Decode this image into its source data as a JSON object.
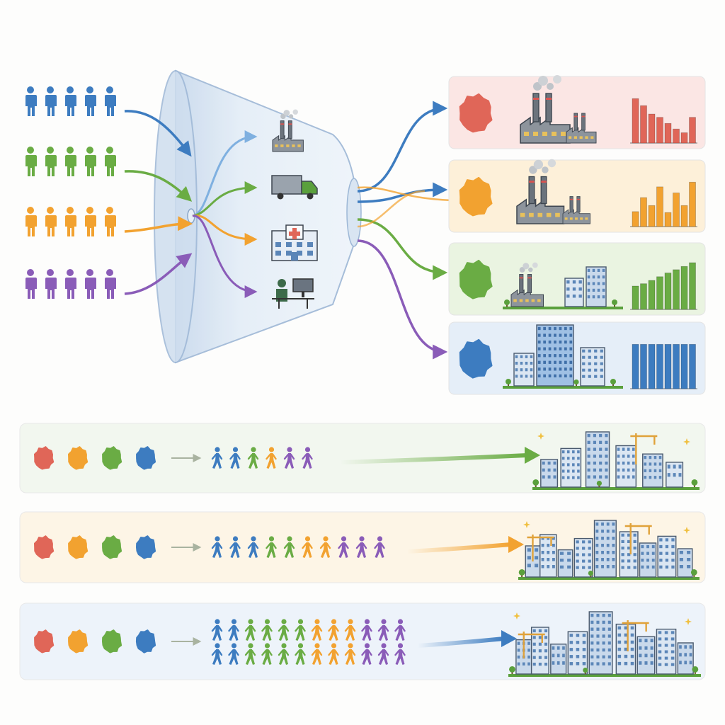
{
  "colors": {
    "blue": "#3d7cc0",
    "green": "#6aac44",
    "orange": "#f2a230",
    "purple": "#8a5cb8",
    "red": "#e06658",
    "funnel_fill": "#dde8f4",
    "funnel_stroke": "#9db7d6"
  },
  "funnel": {
    "input_groups": [
      "blue",
      "green",
      "orange",
      "purple"
    ],
    "people_per_group": 5,
    "occupations": [
      "factory-icon",
      "truck-icon",
      "hospital-icon",
      "office-worker-icon"
    ]
  },
  "outcome_panels": [
    {
      "color": "red",
      "bg": "#fbe6e4",
      "scene": "heavy-industry",
      "bars": [
        0.95,
        0.8,
        0.62,
        0.55,
        0.42,
        0.3,
        0.22,
        0.55
      ]
    },
    {
      "color": "orange",
      "bg": "#fdf0d9",
      "scene": "industry",
      "bars": [
        0.32,
        0.62,
        0.45,
        0.85,
        0.3,
        0.72,
        0.45,
        0.95
      ]
    },
    {
      "color": "green",
      "bg": "#eaf4e1",
      "scene": "mixed-city",
      "bars": [
        0.5,
        0.55,
        0.62,
        0.7,
        0.78,
        0.85,
        0.92,
        1.0
      ]
    },
    {
      "color": "blue",
      "bg": "#e5eef8",
      "scene": "modern-city",
      "bars": [
        0.95,
        0.95,
        0.95,
        0.95,
        0.95,
        0.95,
        0.95,
        0.95
      ]
    }
  ],
  "growth_rows": [
    {
      "bg": "#f2f7ef",
      "arrow_color": "green",
      "walkers": [
        "blue",
        "blue",
        "green",
        "orange",
        "purple",
        "purple"
      ],
      "rows_of_walkers": 1
    },
    {
      "bg": "#fdf5e6",
      "arrow_color": "orange",
      "walkers": [
        "blue",
        "blue",
        "blue",
        "green",
        "green",
        "orange",
        "orange",
        "purple",
        "purple",
        "purple"
      ],
      "rows_of_walkers": 1
    },
    {
      "bg": "#edf3fa",
      "arrow_color": "blue",
      "walkers": [
        "blue",
        "blue",
        "green",
        "green",
        "green",
        "green",
        "orange",
        "orange",
        "orange",
        "purple",
        "purple",
        "purple"
      ],
      "rows_of_walkers": 2
    }
  ]
}
